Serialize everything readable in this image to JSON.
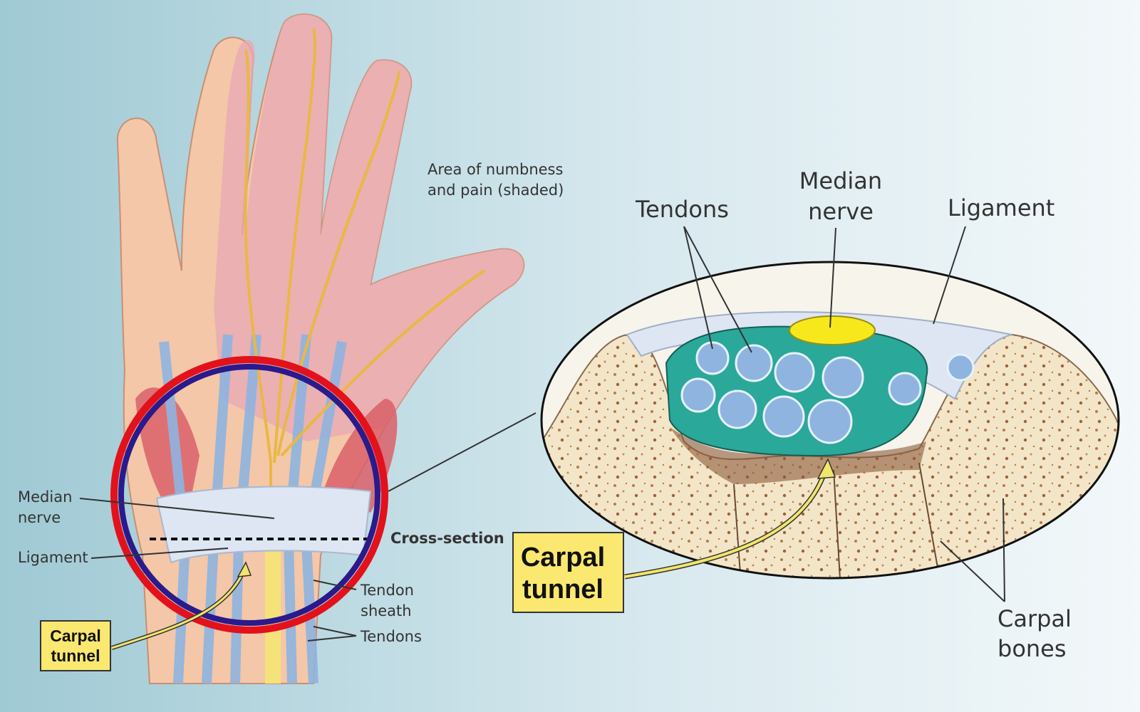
{
  "colors": {
    "background_left": "#9fc9d4",
    "background_right": "#f3f8fa",
    "skin": "#f4c7a8",
    "numb_area": "#e8a8b4",
    "nerve": "#e9b844",
    "tendon": "#8fb4e0",
    "sheath": "#2aa89a",
    "muscle": "#d9606a",
    "ligament": "#dde6f2",
    "median_nerve_cross": "#f7e81c",
    "bone": "#f3e6c8",
    "highlight_circle_outer": "#e2111b",
    "highlight_circle_inner": "#2a1a8c",
    "label_box": "#fbe870"
  },
  "hand_view": {
    "numbness_label": [
      "Area of numbness",
      "and pain (shaded)"
    ],
    "median_nerve_label": [
      "Median",
      "nerve"
    ],
    "ligament_label": "Ligament",
    "cross_section_label": "Cross-section",
    "tendon_sheath_label": [
      "Tendon",
      "sheath"
    ],
    "tendons_label": "Tendons",
    "carpal_tunnel_label": [
      "Carpal",
      "tunnel"
    ]
  },
  "cross_section_view": {
    "tendons_label": "Tendons",
    "median_nerve_label": [
      "Median",
      "nerve"
    ],
    "ligament_label": "Ligament",
    "carpal_tunnel_label": [
      "Carpal",
      "tunnel"
    ],
    "carpal_bones_label": [
      "Carpal",
      "bones"
    ]
  }
}
